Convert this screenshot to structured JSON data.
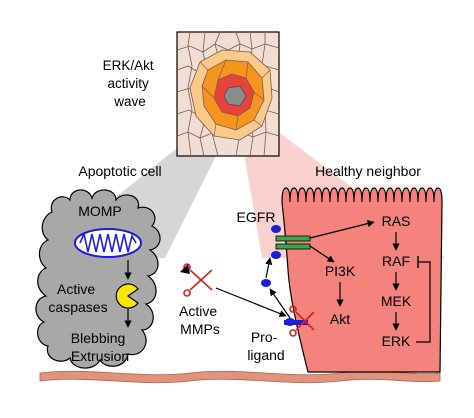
{
  "wave": {
    "title_lines": [
      "ERK/Akt",
      "activity",
      "wave"
    ]
  },
  "apoptotic": {
    "title": "Apoptotic cell",
    "momp": "MOMP",
    "caspases_lines": [
      "Active",
      "caspases"
    ],
    "outcome_lines": [
      "Blebbing",
      "Extrusion"
    ]
  },
  "healthy": {
    "title": "Healthy neighbor",
    "egfr": "EGFR",
    "ras": "RAS",
    "raf": "RAF",
    "mek": "MEK",
    "erk": "ERK",
    "pi3k": "PI3K",
    "akt": "Akt"
  },
  "extracellular": {
    "mmps_lines": [
      "Active",
      "MMPs"
    ],
    "proligand_lines": [
      "Pro-",
      "ligand"
    ]
  },
  "colors": {
    "apoptotic_cell": "#a8a8a8",
    "healthy_cell": "#f4837d",
    "healthy_inset": "#f9c5c2",
    "mitochondrion": "#1d1dd6",
    "pacman": "#ffe600",
    "ligand": "#1d1dd6",
    "receptor": "#3aa84a",
    "scissors": "#d92020",
    "wave_center": "#8c8c8c",
    "wave_inner": "#e8433a",
    "wave_mid": "#f7941d",
    "wave_outer": "#fbc98a",
    "tissue": "#f1ddd2",
    "membrane": "#e0927d"
  }
}
